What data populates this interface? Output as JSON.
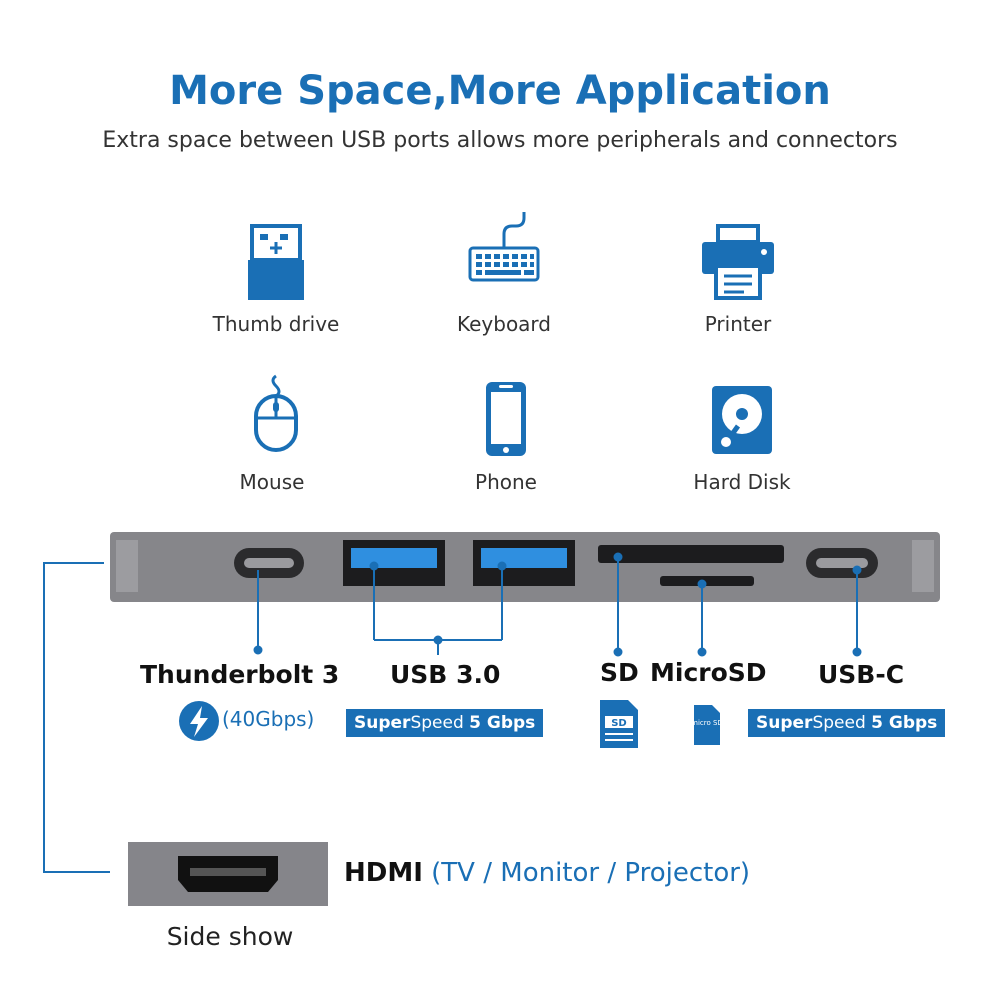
{
  "header": {
    "title": "More Space,More Application",
    "subtitle": "Extra space between USB ports allows more peripherals and connectors"
  },
  "devices": [
    {
      "label": "Thumb drive",
      "icon": "thumb-drive-icon"
    },
    {
      "label": "Keyboard",
      "icon": "keyboard-icon"
    },
    {
      "label": "Printer",
      "icon": "printer-icon"
    },
    {
      "label": "Mouse",
      "icon": "mouse-icon"
    },
    {
      "label": "Phone",
      "icon": "phone-icon"
    },
    {
      "label": "Hard Disk",
      "icon": "hard-disk-icon"
    }
  ],
  "ports": {
    "thunderbolt": {
      "label": "Thunderbolt 3",
      "speed": "(40Gbps)",
      "icon": "thunderbolt-icon"
    },
    "usb3": {
      "label": "USB 3.0",
      "badge_prefix": "Super",
      "badge_mid": "Speed",
      "badge_suffix": "5 Gbps"
    },
    "sd": {
      "label": "SD",
      "icon": "sd-card-icon"
    },
    "microsd": {
      "label": "MicroSD",
      "icon": "microsd-card-icon",
      "icon_text": "micro SD"
    },
    "usbc": {
      "label": "USB-C",
      "badge_prefix": "Super",
      "badge_mid": "Speed",
      "badge_suffix": "5 Gbps"
    }
  },
  "hdmi": {
    "label": "HDMI",
    "detail": "(TV / Monitor / Projector)",
    "caption": "Side show"
  },
  "colors": {
    "accent": "#1a6fb5",
    "hub_body": "#86868a",
    "text": "#222222"
  }
}
